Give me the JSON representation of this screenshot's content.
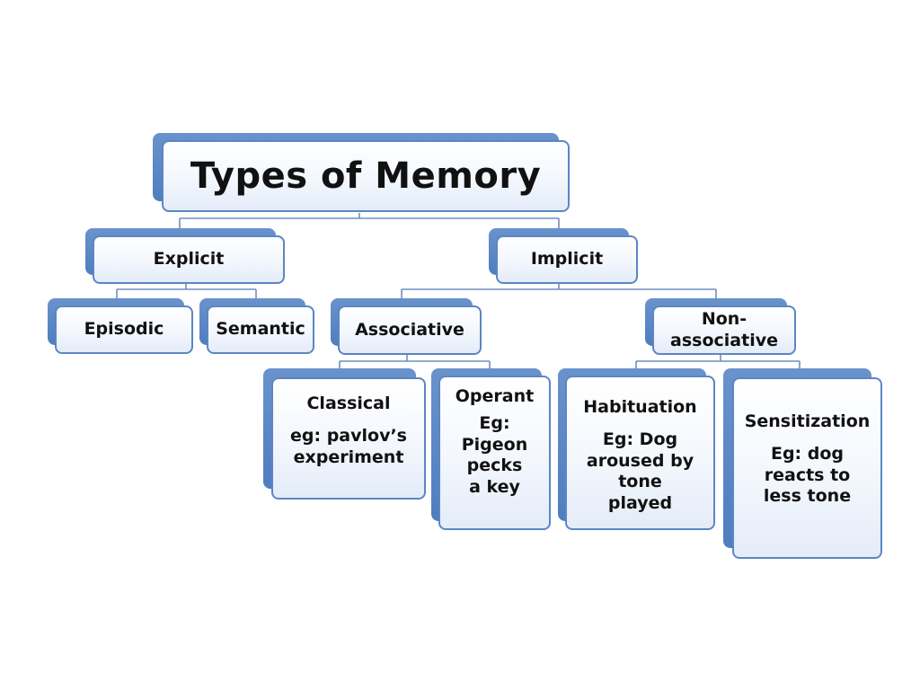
{
  "diagram": {
    "root": {
      "title": "Types of Memory"
    },
    "explicit": {
      "label": "Explicit",
      "episodic": "Episodic",
      "semantic": "Semantic"
    },
    "implicit": {
      "label": "Implicit",
      "associative": {
        "label": "Associative",
        "classical": {
          "title": "Classical",
          "example": "eg: pavlov’s experiment"
        },
        "operant": {
          "title": "Operant",
          "example": "Eg: Pigeon pecks a key"
        }
      },
      "non_associative": {
        "label": "Non-associative",
        "habituation": {
          "title": "Habituation",
          "example": "Eg: Dog aroused by tone played"
        },
        "sensitization": {
          "title": "Sensitization",
          "example": "Eg: dog reacts to less tone"
        }
      }
    },
    "colors": {
      "box_border": "#5b86c4",
      "box_shadow": "#4f7dbf",
      "connector": "#6f8fc0",
      "text": "#111111"
    }
  }
}
